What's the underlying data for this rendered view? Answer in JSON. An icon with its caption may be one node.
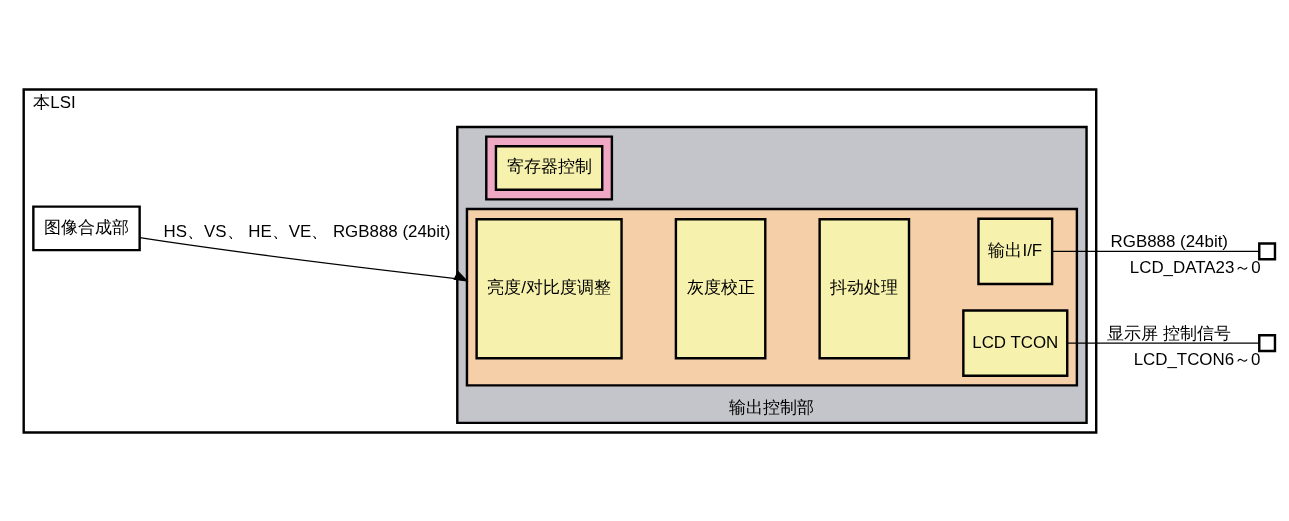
{
  "diagram": {
    "nodes": [
      {
        "text": [
          "本LSI"
        ]
      },
      {
        "text": [
          "输出控制部"
        ],
        "in": 0
      },
      {
        "text": [],
        "shape": "box",
        "in": 1
      },
      {
        "text": [
          "亮度/对比度调整"
        ],
        "in": 2
      },
      {
        "text": [
          "灰度校正"
        ],
        "in": 2
      },
      {
        "text": [
          "抖动处理"
        ],
        "in": 2
      },
      {
        "text": [
          "输出I/F"
        ],
        "in": 2
      },
      {
        "text": [
          "LCD TCON"
        ],
        "in": 2
      },
      {
        "text": [],
        "shape": "box",
        "in": 1
      },
      {
        "text": [
          "寄存器控制"
        ],
        "in": 8
      },
      {
        "text": [
          "图像合成部"
        ],
        "in": 0
      },
      {
        "text": [],
        "shape": "box",
        "beside": [
          "LCD_DATA23～0"
        ]
      },
      {
        "text": [],
        "shape": "box",
        "beside": [
          "LCD_TCON6～0"
        ]
      }
    ],
    "edges": [
      {
        "from": 10,
        "to": 2,
        "arrow": "to",
        "label": "HS、VS、 HE、VE、 RGB888 (24bit)"
      },
      {
        "from": 6,
        "to": 11,
        "arrow": "none",
        "label": "RGB888 (24bit)"
      },
      {
        "from": 7,
        "to": 12,
        "arrow": "none",
        "label": "显示屏 控制信号"
      }
    ]
  }
}
